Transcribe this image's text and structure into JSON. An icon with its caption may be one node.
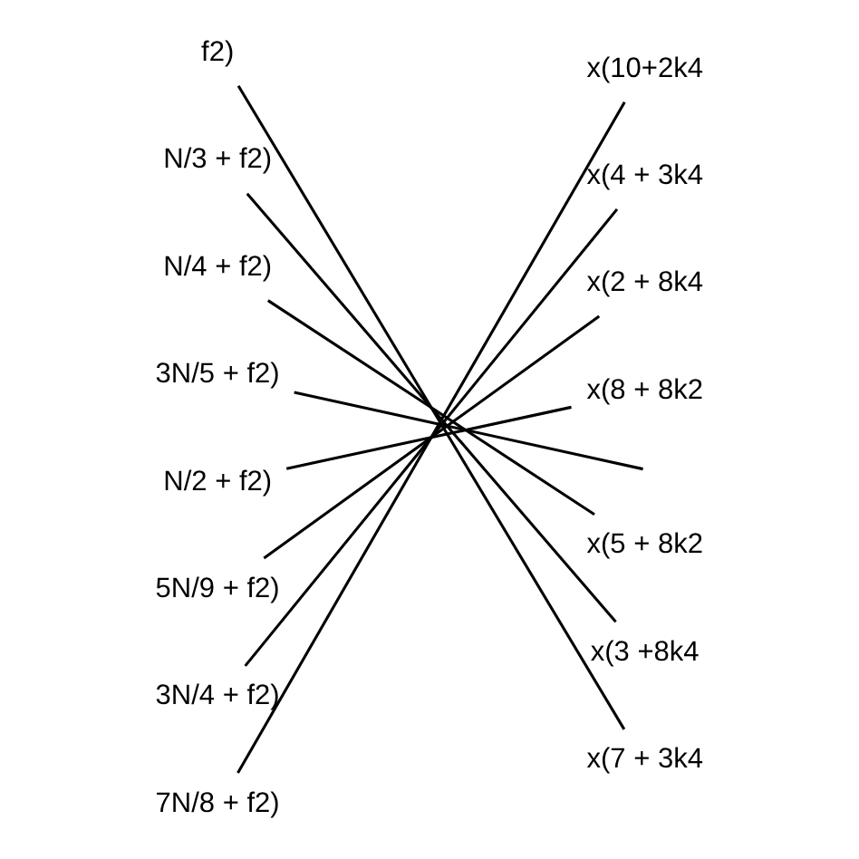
{
  "diagram": {
    "nodes": [
      {
        "text": [
          "f2)"
        ]
      },
      {
        "text": [
          "N/3 + f2)"
        ]
      },
      {
        "text": [
          "N/4 + f2)"
        ]
      },
      {
        "text": [
          "3N/5 + f2)"
        ]
      },
      {
        "text": [
          "N/2 + f2)"
        ]
      },
      {
        "text": [
          "5N/9 + f2)"
        ]
      },
      {
        "text": [
          "3N/4 + f2)"
        ]
      },
      {
        "text": [
          "7N/8 + f2)"
        ]
      },
      {
        "text": [
          "x(10+2k4"
        ]
      },
      {
        "text": [
          "x(4 + 3k4"
        ]
      },
      {
        "text": [
          "x(2 + 8k4"
        ]
      },
      {
        "text": [
          "x(8 + 8k2"
        ]
      },
      {
        "text": [
          "x(5 + 8k2"
        ]
      },
      {
        "text": [
          "x(3 +8k4"
        ]
      },
      {
        "text": [
          "x(7 + 3k4"
        ]
      }
    ],
    "edges": [
      {
        "from": 0,
        "to": 14,
        "arrow": "none"
      },
      {
        "from": 1,
        "to": 13,
        "arrow": "none"
      },
      {
        "from": 2,
        "to": 12,
        "arrow": "none"
      },
      {
        "from": 3,
        "to": null,
        "arrow": "none"
      },
      {
        "from": 4,
        "to": 11,
        "arrow": "none"
      },
      {
        "from": 5,
        "to": 10,
        "arrow": "none"
      },
      {
        "from": 6,
        "to": 9,
        "arrow": "none"
      },
      {
        "from": 7,
        "to": 8,
        "arrow": "none"
      }
    ]
  }
}
